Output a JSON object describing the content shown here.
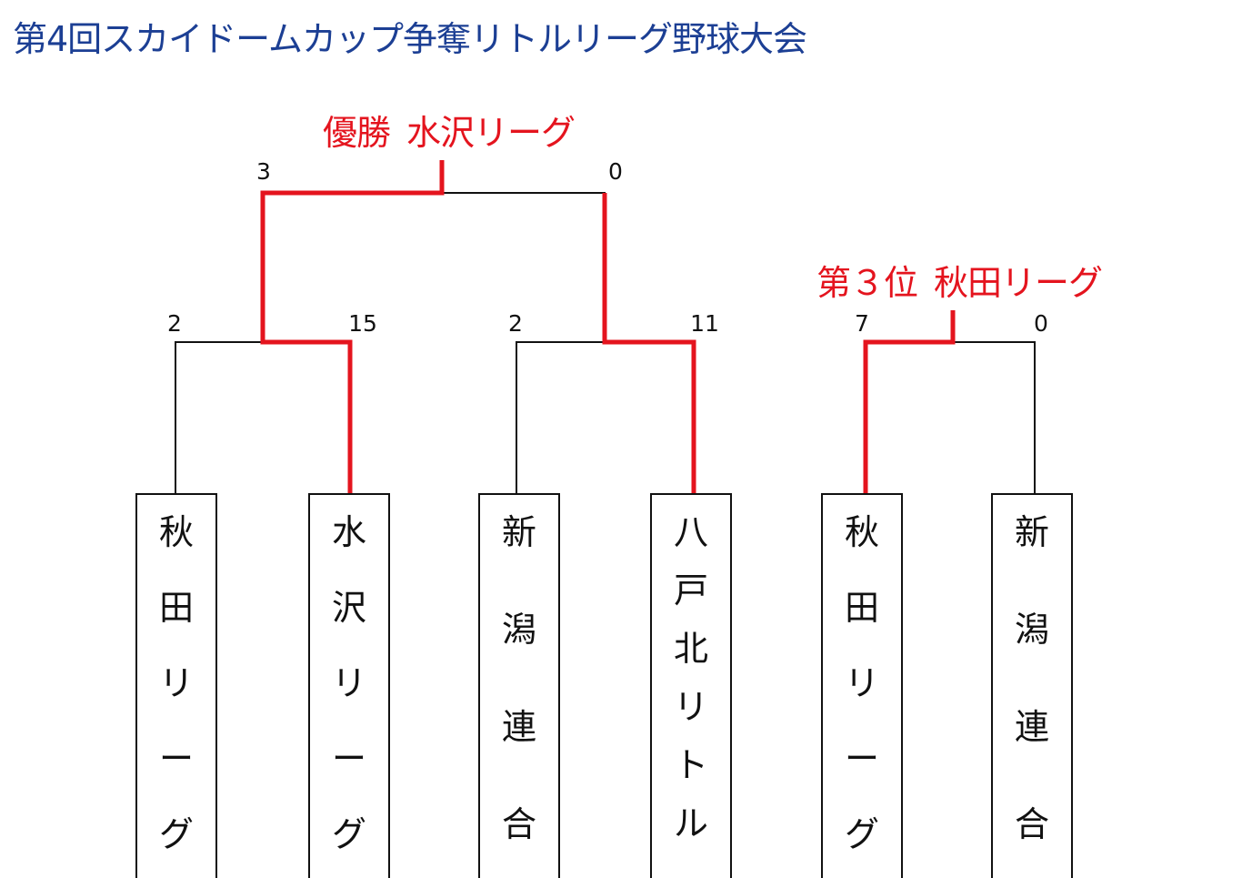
{
  "title": "第4回スカイドームカップ争奪リトルリーグ野球大会",
  "champion": {
    "place_label": "優勝",
    "team": "水沢リーグ"
  },
  "third_place": {
    "place_label": "第３位",
    "team": "秋田リーグ"
  },
  "colors": {
    "title": "#1c3f94",
    "winner_line": "#e4141e",
    "line": "#111111"
  },
  "teams": [
    {
      "name": "秋田リーグ"
    },
    {
      "name": "水沢リーグ"
    },
    {
      "name": "新潟連合"
    },
    {
      "name": "八戸北リトル"
    },
    {
      "name": "秋田リーグ"
    },
    {
      "name": "新潟連合"
    }
  ],
  "matches": {
    "semi_1": {
      "score_left": "2",
      "score_right": "15"
    },
    "semi_2": {
      "score_left": "2",
      "score_right": "11"
    },
    "final": {
      "score_left": "3",
      "score_right": "0"
    },
    "third_place": {
      "score_left": "7",
      "score_right": "0"
    }
  }
}
